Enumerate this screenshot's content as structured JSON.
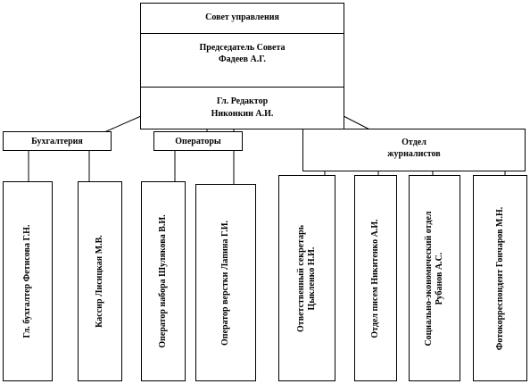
{
  "top": {
    "council": "Совет управления",
    "chair_title": "Председатель Совета",
    "chair_name": "Фадеев А.Г.",
    "editor_title": "Гл. Редактор",
    "editor_name": "Никонкин А.И."
  },
  "departments": {
    "accounting": "Бухгалтерия",
    "operators": "Операторы",
    "journalists_line1": "Отдел",
    "journalists_line2": "журналистов"
  },
  "staff": {
    "chief_accountant": "Гл. бухгалтер Фетисова Г.Н.",
    "cashier": "Кассир Лисицкая М.В.",
    "typing_operator": "Оператор набора Шулякова В.И.",
    "layout_operator": "Оператор верстки Лапина Г.И.",
    "secretary_line1": "Ответственный секретарь",
    "secretary_line2": "Цыкленко Н.И.",
    "letters_dept": "Отдел писем Никитенко А.И.",
    "socio_line1": "Социально-экономический отдел",
    "socio_line2": "Рубанов А.С.",
    "photo_correspondent": "Фотокорреспондент Гончаров М.Н."
  }
}
